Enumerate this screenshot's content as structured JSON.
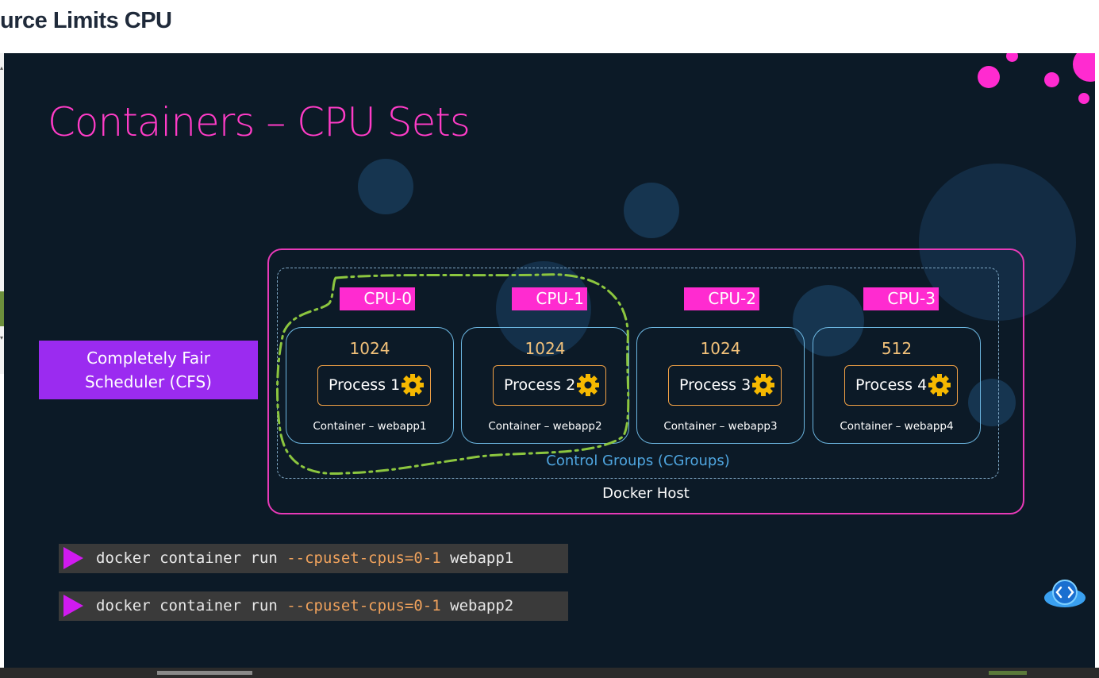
{
  "page": {
    "title": "urce Limits CPU"
  },
  "slide": {
    "title": "Containers – CPU Sets",
    "scheduler": {
      "label_line1": "Completely Fair",
      "label_line2": "Scheduler (CFS)"
    },
    "docker_host_label": "Docker Host",
    "cgroups_label": "Control Groups (CGroups)",
    "cpus": [
      "CPU-0",
      "CPU-1",
      "CPU-2",
      "CPU-3"
    ],
    "containers": [
      {
        "shares": "1024",
        "process": "Process 1",
        "name": "Container – webapp1"
      },
      {
        "shares": "1024",
        "process": "Process 2",
        "name": "Container – webapp2"
      },
      {
        "shares": "1024",
        "process": "Process 3",
        "name": "Container – webapp3"
      },
      {
        "shares": "512",
        "process": "Process 4",
        "name": "Container – webapp4"
      }
    ],
    "commands": [
      {
        "pre": "docker container run ",
        "flag": "--cpuset-cpus=0-1",
        "post": " webapp1"
      },
      {
        "pre": "docker container run ",
        "flag": "--cpuset-cpus=0-1",
        "post": " webapp2"
      }
    ]
  },
  "icons": {
    "gear": "gear-icon",
    "play": "play-icon",
    "logo": "cloud-code-logo-icon"
  },
  "colors": {
    "background": "#0c1a27",
    "title": "#ff3cc7",
    "cpu_tag": "#ff2bd0",
    "scheduler": "#9b2bf0",
    "lasso": "#8cc63f"
  }
}
